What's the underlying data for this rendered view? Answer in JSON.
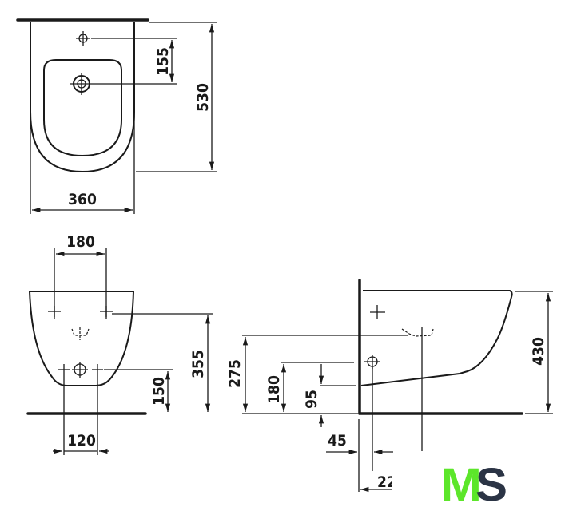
{
  "title": "Bidet technical drawing",
  "dimensions": {
    "top_width": "360",
    "top_depth": "530",
    "top_tap_to_drain": "155",
    "front_fixing_spacing": "180",
    "front_fixing_height": "355",
    "front_supply_height": "150",
    "front_supply_spacing": "120",
    "side_waste_height": "275",
    "side_supply_height": "180",
    "side_inlet_height": "95",
    "side_total_height": "430",
    "side_offset_45": "45",
    "side_offset_22": "22"
  },
  "logo": {
    "text_m": "M",
    "text_s": "S",
    "color_m": "#5ce62a",
    "color_s": "#2b3445"
  },
  "colors": {
    "line": "#1a1a1a"
  }
}
